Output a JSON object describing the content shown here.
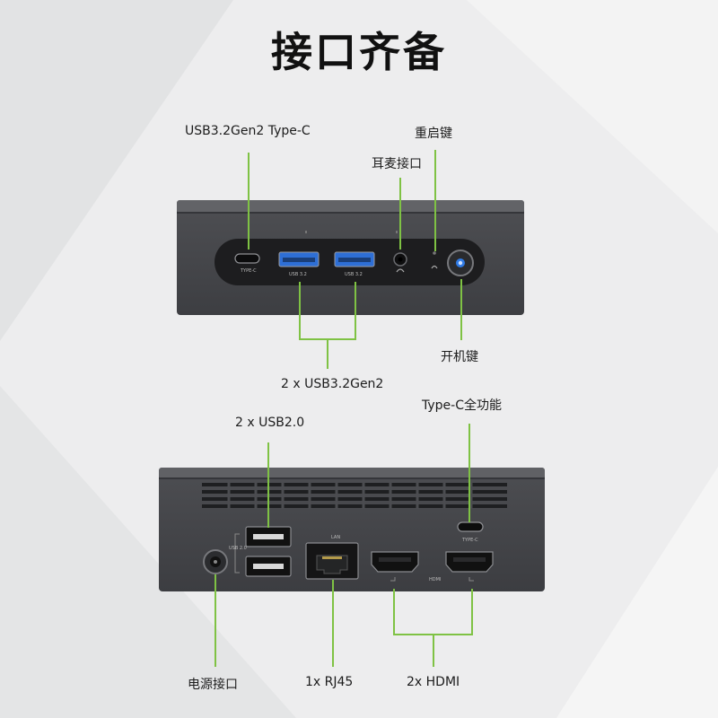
{
  "title": "接口齐备",
  "front": {
    "label_typec": "USB3.2Gen2 Type-C",
    "label_reset": "重启键",
    "label_audio": "耳麦接口",
    "label_power": "开机键",
    "label_usb": "2 x USB3.2Gen2",
    "port_typec_text": "TYPE-C",
    "port_usb_text": "USB 3.2"
  },
  "rear": {
    "label_typec_full": "Type-C全功能",
    "label_usb2": "2 x USB2.0",
    "label_dc": "电源接口",
    "label_rj45": "1x RJ45",
    "label_hdmi": "2x HDMI",
    "port_lan_text": "LAN",
    "port_hdmi_text": "HDMI",
    "port_typec_text": "TYPE-C",
    "port_usb2_text": "USB 2.0"
  },
  "colors": {
    "accent_line": "#7fc244",
    "device_body": "#4a4b4f",
    "power_led": "#2f7ae5"
  }
}
